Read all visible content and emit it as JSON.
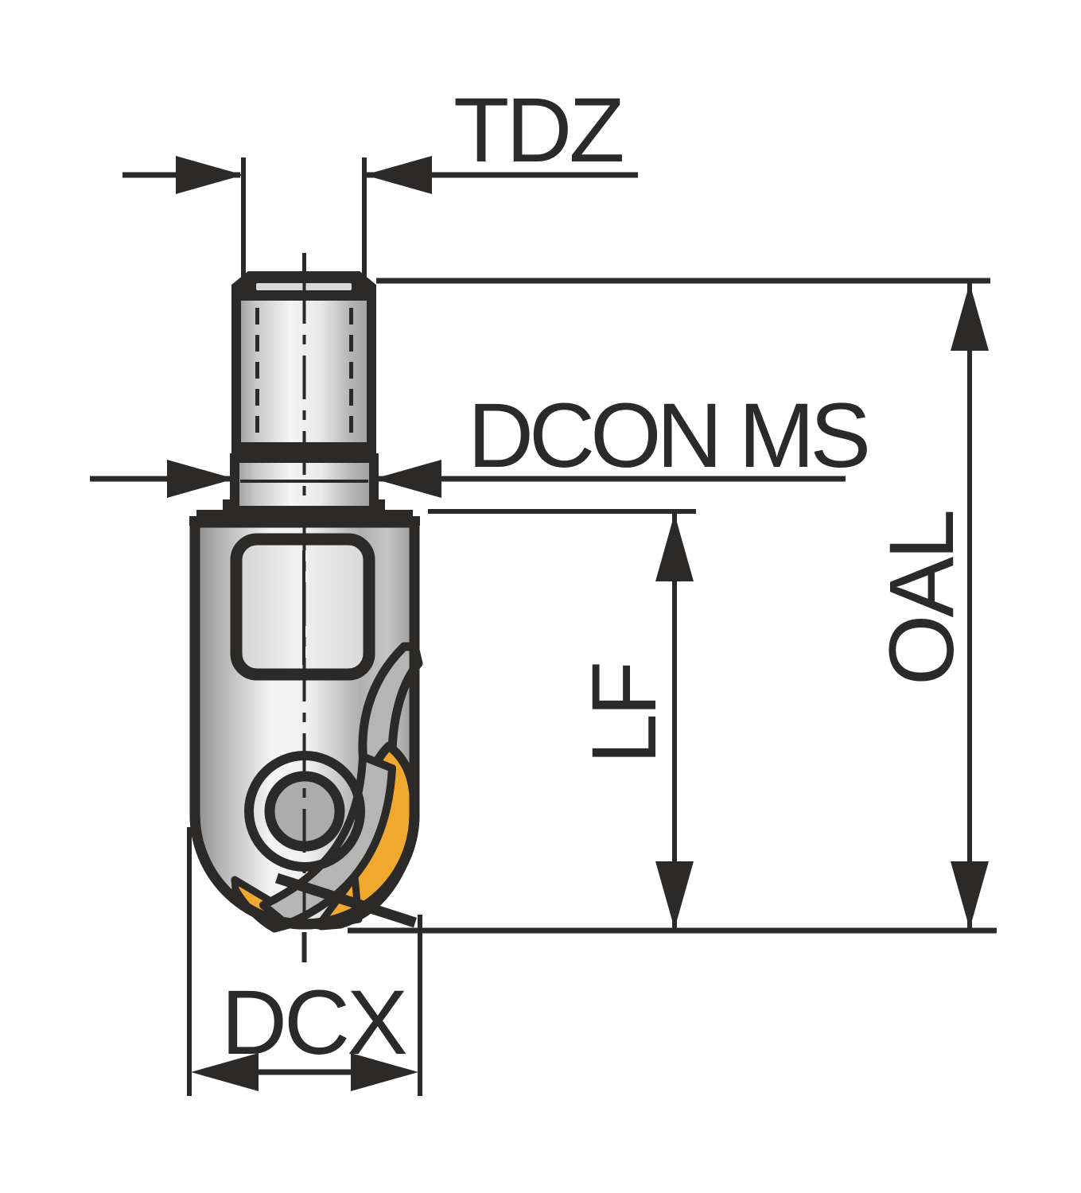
{
  "figure": {
    "dimension_labels": {
      "tdz": "TDZ",
      "dcon_ms": "DCON MS",
      "oal": "OAL",
      "lf": "LF",
      "dcx": "DCX"
    },
    "colors": {
      "ink": "#2B2A29",
      "insert": "#F0A82F",
      "seat": "#B5B5B5",
      "screw": "#ACACAC",
      "steel_light": "#F4F4F4",
      "steel_dark": "#8A8A8A",
      "background": "#FFFFFF"
    }
  }
}
